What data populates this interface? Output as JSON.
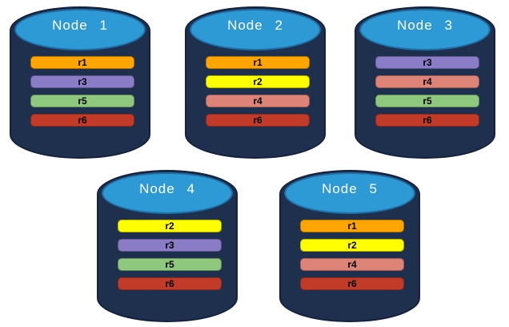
{
  "colors": {
    "cylinder_body": "#1F2F4E",
    "cylinder_border": "#15223C",
    "cylinder_top": "#2E9AD5",
    "cylinder_top_border": "#1D6FA5",
    "title_text": "#FFFFFF",
    "bar_text": "#000000"
  },
  "replica_colors": {
    "r1": "#FFA500",
    "r2": "#FFFF00",
    "r3": "#8B7CC8",
    "r4": "#DE8378",
    "r5": "#8DC87E",
    "r6": "#C23B28"
  },
  "nodes": [
    {
      "label": "Node 1",
      "bars": [
        {
          "label": "r1",
          "color": "#FFA500"
        },
        {
          "label": "r3",
          "color": "#8B7CC8"
        },
        {
          "label": "r5",
          "color": "#8DC87E"
        },
        {
          "label": "r6",
          "color": "#C23B28"
        }
      ]
    },
    {
      "label": "Node 2",
      "bars": [
        {
          "label": "r1",
          "color": "#FFA500"
        },
        {
          "label": "r2",
          "color": "#FFFF00"
        },
        {
          "label": "r4",
          "color": "#DE8378"
        },
        {
          "label": "r6",
          "color": "#C23B28"
        }
      ]
    },
    {
      "label": "Node 3",
      "bars": [
        {
          "label": "r3",
          "color": "#8B7CC8"
        },
        {
          "label": "r4",
          "color": "#DE8378"
        },
        {
          "label": "r5",
          "color": "#8DC87E"
        },
        {
          "label": "r6",
          "color": "#C23B28"
        }
      ]
    },
    {
      "label": "Node 4",
      "bars": [
        {
          "label": "r2",
          "color": "#FFFF00"
        },
        {
          "label": "r3",
          "color": "#8B7CC8"
        },
        {
          "label": "r5",
          "color": "#8DC87E"
        },
        {
          "label": "r6",
          "color": "#C23B28"
        }
      ]
    },
    {
      "label": "Node 5",
      "bars": [
        {
          "label": "r1",
          "color": "#FFA500"
        },
        {
          "label": "r2",
          "color": "#FFFF00"
        },
        {
          "label": "r4",
          "color": "#DE8378"
        },
        {
          "label": "r6",
          "color": "#C23B28"
        }
      ]
    }
  ]
}
